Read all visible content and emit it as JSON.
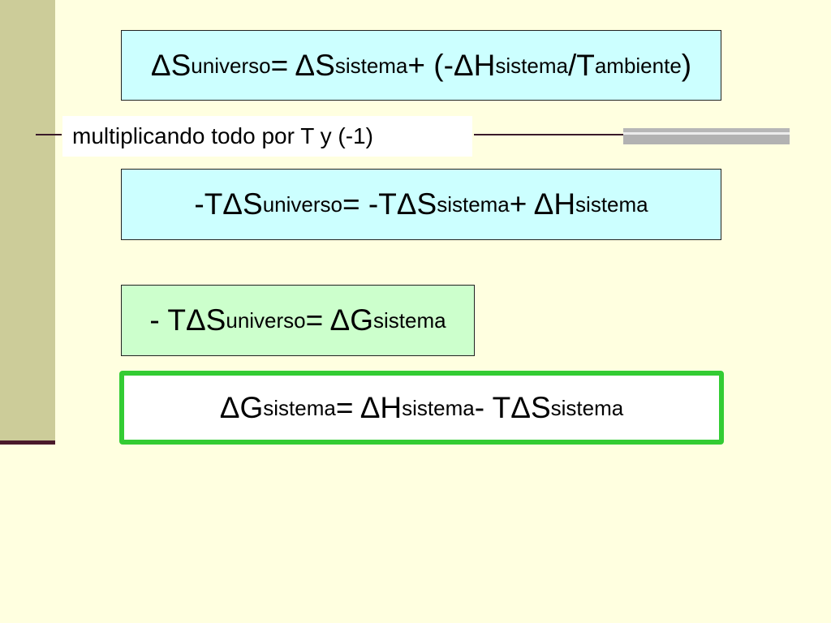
{
  "slide": {
    "colors": {
      "background": "#ffffe0",
      "sidebar": "#cccc99",
      "cyan_box": "#ccffff",
      "green_box": "#ccffcc",
      "highlight_border": "#33cc33"
    },
    "eq1": {
      "t1": "ΔS",
      "s1": "universo",
      "t2": " = ΔS",
      "s2": "sistema",
      "t3": " + (-ΔH",
      "s3": "sistema",
      "t4": "/T",
      "s4": "ambiente",
      "t5": ")"
    },
    "note": "multiplicando todo por T y (-1)",
    "eq2": {
      "t1": "-TΔS",
      "s1": "universo",
      "t2": " = -TΔS",
      "s2": "sistema",
      "t3": "  + ΔH",
      "s3": "sistema"
    },
    "eq3": {
      "t1": "- TΔS",
      "s1": "universo",
      "t2": " =  ΔG",
      "s2": "sistema"
    },
    "eq4": {
      "t1": "ΔG",
      "s1": "sistema",
      "t2": " =  ΔH",
      "s2": "sistema",
      "t3": " - TΔS",
      "s3": "sistema"
    }
  }
}
